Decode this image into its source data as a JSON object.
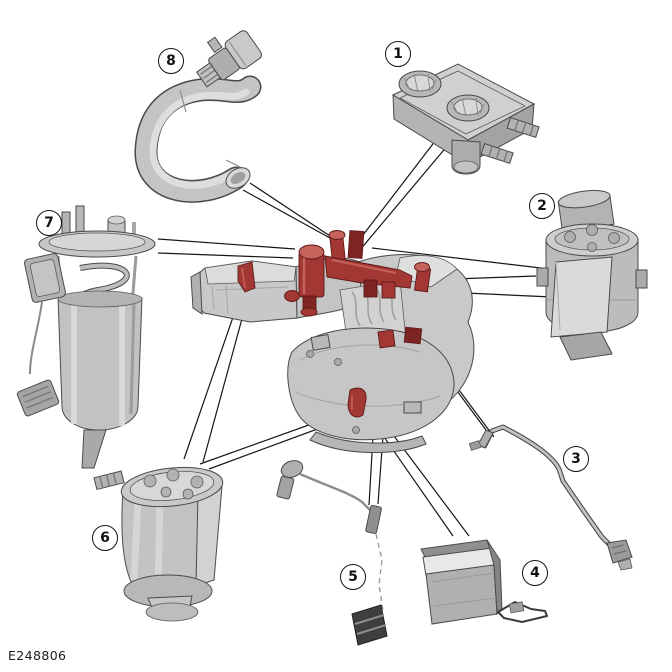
{
  "figure": {
    "code": "E248806"
  },
  "callouts": [
    {
      "label": "1"
    },
    {
      "label": "2"
    },
    {
      "label": "3"
    },
    {
      "label": "4"
    },
    {
      "label": "5"
    },
    {
      "label": "6"
    },
    {
      "label": "7"
    },
    {
      "label": "8"
    }
  ],
  "colors": {
    "highlight": "#a23733",
    "highlight_dark": "#7c2522",
    "highlight_light": "#c4625c",
    "highlight_outline": "#5e1b19",
    "part_gray": "#c6c6c6",
    "outline": "#4a4a4a",
    "leader_line": "#161616",
    "background": "#ffffff"
  }
}
